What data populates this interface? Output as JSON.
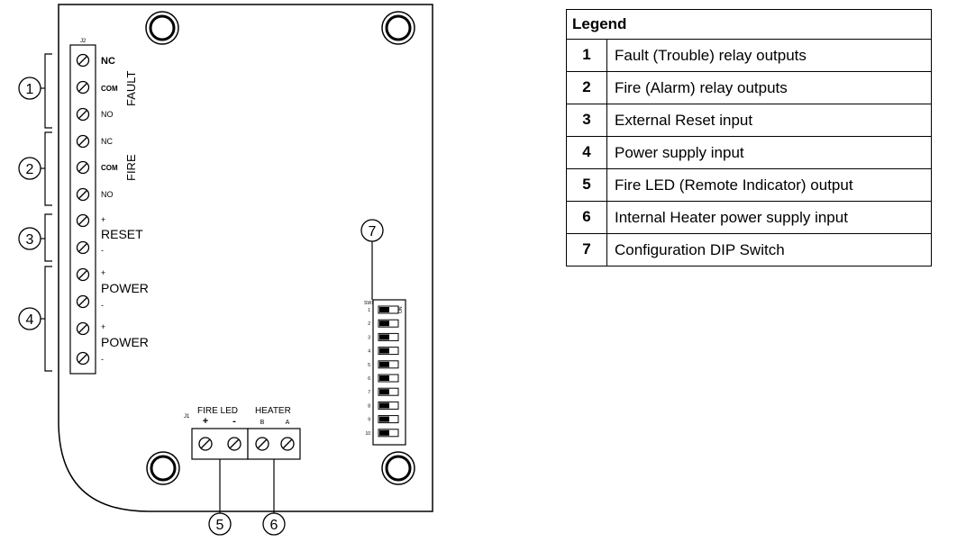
{
  "diagram": {
    "terminals": {
      "j2": "J2",
      "nc1": "NC",
      "com1": "COM",
      "no1": "NO",
      "fault": "FAULT",
      "nc2": "NC",
      "com2": "COM",
      "no2": "NO",
      "fire": "FIRE",
      "plus_reset": "+",
      "reset": "RESET",
      "minus_reset": "-",
      "plus_power1": "+",
      "power1": "POWER",
      "minus_power1": "-",
      "plus_power2": "+",
      "power2": "POWER",
      "minus_power2": "-"
    },
    "bottom": {
      "j1": "J1",
      "fire_led": "FIRE LED",
      "heater": "HEATER",
      "plus": "+",
      "minus": "-",
      "b": "B",
      "a": "A"
    },
    "dip": {
      "sw1": "SW1",
      "on": "ON",
      "numbers": [
        "1",
        "2",
        "3",
        "4",
        "5",
        "6",
        "7",
        "8",
        "9",
        "10"
      ]
    },
    "callouts": [
      "1",
      "2",
      "3",
      "4",
      "5",
      "6",
      "7"
    ]
  },
  "legend": {
    "title": "Legend",
    "rows": [
      {
        "num": "1",
        "text": "Fault (Trouble) relay outputs"
      },
      {
        "num": "2",
        "text": "Fire (Alarm) relay outputs"
      },
      {
        "num": "3",
        "text": "External Reset input"
      },
      {
        "num": "4",
        "text": "Power supply input"
      },
      {
        "num": "5",
        "text": "Fire LED (Remote Indicator) output"
      },
      {
        "num": "6",
        "text": "Internal Heater power supply input"
      },
      {
        "num": "7",
        "text": "Configuration DIP Switch"
      }
    ]
  }
}
